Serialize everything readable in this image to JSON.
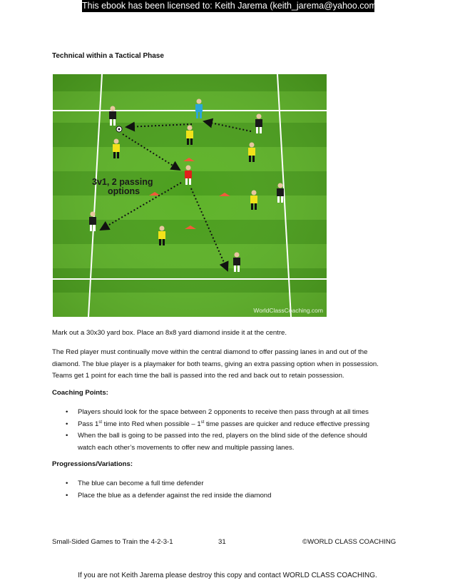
{
  "license_banner": "This ebook has been licensed to: Keith Jarema (keith_jarema@yahoo.com)",
  "section_title": "Technical within a Tactical Phase",
  "diagram": {
    "label_line1": "3v1, 2 passing",
    "label_line2": "options",
    "watermark": "WorldClassCoaching.com",
    "colors": {
      "pitch_light": "#5fb32a",
      "pitch_dark": "#4aa01c",
      "red_player": "#e0201a",
      "blue_player": "#2aa6d8",
      "yellow_player": "#f2e21a",
      "black_player": "#1a1a1a",
      "cone": "#f05a3a"
    }
  },
  "body": {
    "para1": "Mark out a 30x30 yard box. Place an 8x8 yard diamond inside it at the centre.",
    "para2_line1": "The Red player must continually move within the central diamond to offer passing lanes in and out of the",
    "para2_line2": "diamond. The blue player is a playmaker for both teams, giving an extra passing option when in possession.",
    "para2_line3": "Teams get 1 point for each time the ball is passed into the red and back out to retain possession."
  },
  "coaching_points": {
    "heading": "Coaching Points:",
    "items": [
      "Players should look for the space between 2 opponents to receive then pass through at all times",
      {
        "a": "Pass 1",
        "sup1": "st",
        "b": " time into Red when possible – 1",
        "sup2": "st",
        "c": " time passes are quicker and reduce effective pressing"
      },
      {
        "line1": "When the ball is going to be passed into the red, players on the blind side of the defence should",
        "line2": "watch each other’s movements to offer new and multiple passing lanes."
      }
    ]
  },
  "progressions": {
    "heading": "Progressions/Variations:",
    "items": [
      "The blue can become a full time defender",
      "Place the blue as a defender against the red inside the diamond"
    ]
  },
  "footer": {
    "left": "Small-Sided Games to Train the 4-2-3-1",
    "page": "31",
    "right": "©WORLD CLASS COACHING"
  },
  "license_footer": "If you are not Keith Jarema please destroy this copy and contact WORLD CLASS COACHING.",
  "bullet_glyph": "•"
}
